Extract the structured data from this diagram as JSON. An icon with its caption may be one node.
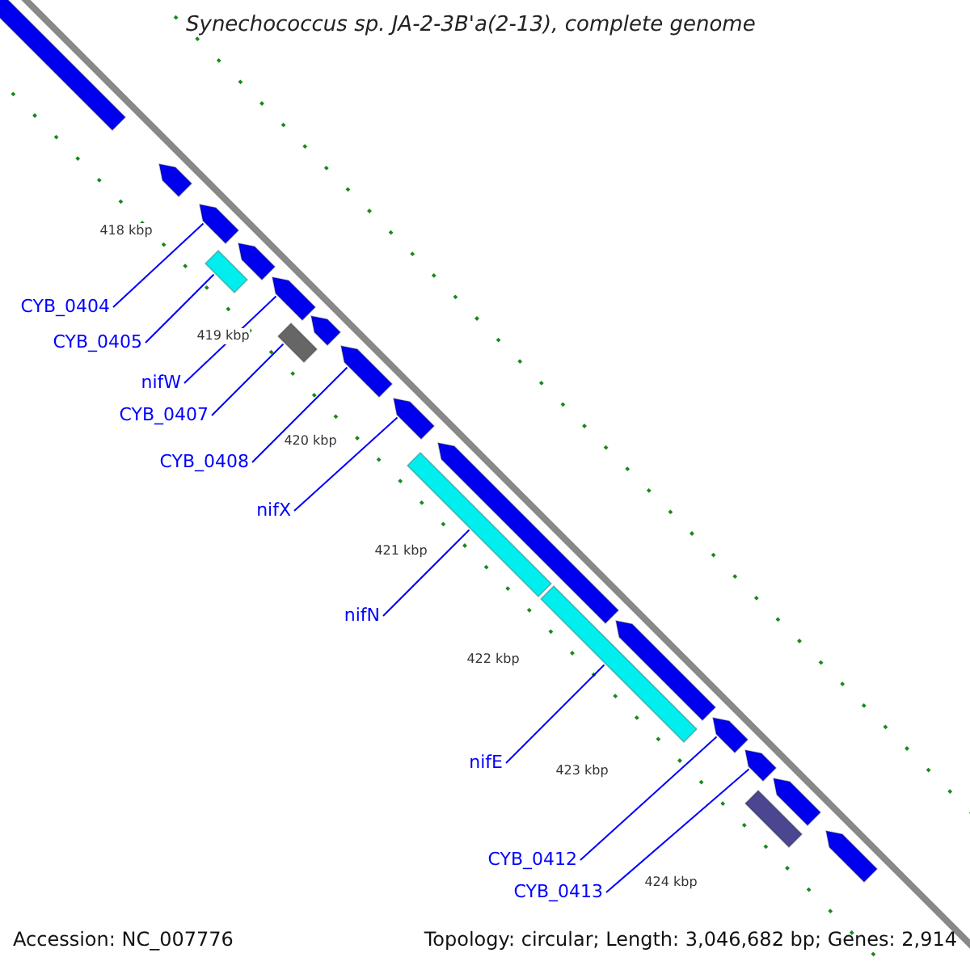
{
  "diagram": {
    "title": "Synechococcus sp. JA-2-3B'a(2-13), complete genome",
    "nodes": [
      {
        "text": [
          "CYB_0404"
        ]
      },
      {
        "text": [
          "CYB_0405"
        ]
      },
      {
        "text": [
          "nifW"
        ]
      },
      {
        "text": [
          "CYB_0407"
        ]
      },
      {
        "text": [
          "CYB_0408"
        ]
      },
      {
        "text": [
          "nifX"
        ]
      },
      {
        "text": [
          "nifN"
        ]
      },
      {
        "text": [
          "nifE"
        ]
      },
      {
        "text": [
          "CYB_0412"
        ]
      },
      {
        "text": [
          "CYB_0413"
        ]
      },
      {
        "text": [],
        "shape": "bar"
      },
      {
        "text": [],
        "shape": "bar"
      },
      {
        "text": [],
        "shape": "bar"
      },
      {
        "text": [],
        "shape": "bar"
      },
      {
        "text": [],
        "shape": "bar"
      },
      {
        "text": [],
        "shape": "bar"
      },
      {
        "text": [],
        "shape": "bar"
      },
      {
        "text": [],
        "shape": "bar"
      },
      {
        "text": [],
        "shape": "bar"
      },
      {
        "text": [],
        "shape": "bar"
      },
      {
        "text": [],
        "shape": "bar"
      },
      {
        "text": [],
        "shape": "bar"
      },
      {
        "text": [],
        "shape": "bar"
      },
      {
        "text": [],
        "shape": "bar"
      },
      {
        "text": [],
        "shape": "bar"
      },
      {
        "text": [],
        "shape": "bar"
      },
      {
        "text": [],
        "shape": "bar"
      },
      {
        "text": [],
        "shape": "bar"
      },
      {
        "text": [],
        "shape": "bar"
      }
    ],
    "edges": [
      {
        "from": 0,
        "to": 12,
        "arrow": "none"
      },
      {
        "from": 1,
        "to": 13,
        "arrow": "none"
      },
      {
        "from": 2,
        "to": 15,
        "arrow": "none"
      },
      {
        "from": 3,
        "to": 16,
        "arrow": "none"
      },
      {
        "from": 4,
        "to": 18,
        "arrow": "none"
      },
      {
        "from": 5,
        "to": 19,
        "arrow": "none"
      },
      {
        "from": 6,
        "to": 20,
        "arrow": "none"
      },
      {
        "from": 7,
        "to": 22,
        "arrow": "none"
      },
      {
        "from": 8,
        "to": 24,
        "arrow": "none"
      },
      {
        "from": 9,
        "to": 25,
        "arrow": "none"
      }
    ],
    "labels": [
      "418 kbp",
      "419 kbp",
      "420 kbp",
      "421 kbp",
      "422 kbp",
      "423 kbp",
      "424 kbp",
      "Accession: NC_007776",
      "Topology: circular; Length: 3,046,682 bp; Genes: 2,914"
    ]
  }
}
